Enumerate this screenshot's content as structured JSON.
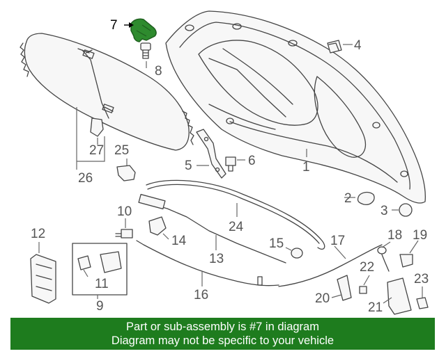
{
  "highlight_color": "#2e8b2e",
  "banner_color": "#1e7c1e",
  "callouts": {
    "c1": "1",
    "c2": "2",
    "c3": "3",
    "c4": "4",
    "c5": "5",
    "c6": "6",
    "c7": "7",
    "c8": "8",
    "c9": "9",
    "c10": "10",
    "c11": "11",
    "c12": "12",
    "c13": "13",
    "c14": "14",
    "c15": "15",
    "c16": "16",
    "c17": "17",
    "c18": "18",
    "c19": "19",
    "c20": "20",
    "c21": "21",
    "c22": "22",
    "c23": "23",
    "c24": "24",
    "c25": "25",
    "c26": "26",
    "c27": "27"
  },
  "banner": {
    "line1": "Part or sub-assembly is #7 in diagram",
    "line2": "Diagram may not be specific to your vehicle"
  }
}
